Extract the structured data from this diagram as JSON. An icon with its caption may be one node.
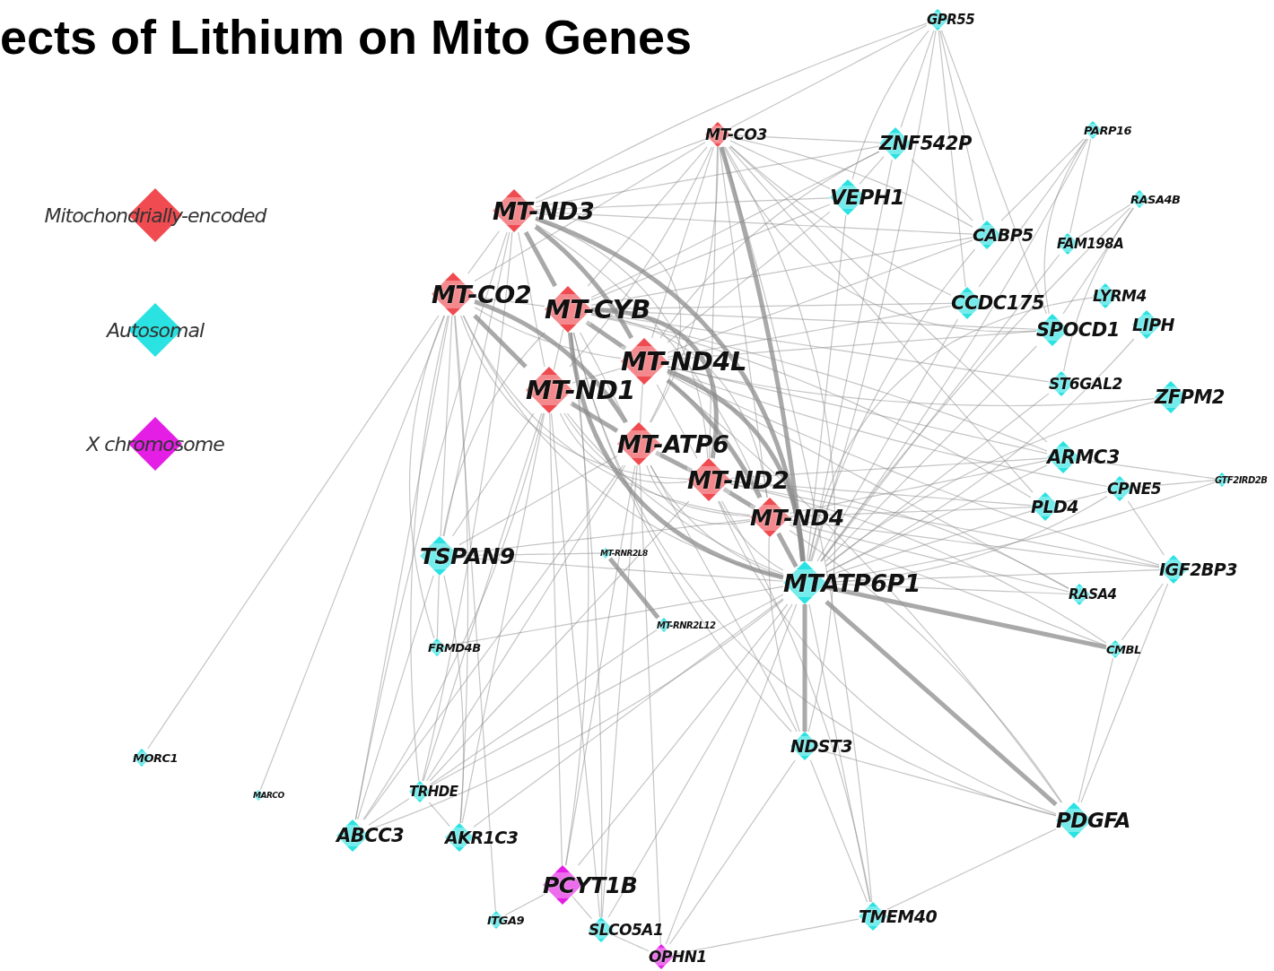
{
  "diagram": {
    "title": "ects of Lithium on Mito Genes",
    "nodes": [
      {
        "text": [
          "MT-CO3"
        ]
      },
      {
        "text": [
          "GPR55"
        ]
      },
      {
        "text": [
          "ZNF542P"
        ]
      },
      {
        "text": [
          "PARP16"
        ]
      },
      {
        "text": [
          "MT-ND3"
        ]
      },
      {
        "text": [
          "VEPH1"
        ]
      },
      {
        "text": [
          "RASA4B"
        ]
      },
      {
        "text": [
          "CABP5"
        ]
      },
      {
        "text": [
          "FAM198A"
        ]
      },
      {
        "text": [
          "MT-CO2"
        ]
      },
      {
        "text": [
          "MT-CYB"
        ]
      },
      {
        "text": [
          "CCDC175"
        ]
      },
      {
        "text": [
          "LYRM4"
        ]
      },
      {
        "text": [
          "SPOCD1"
        ]
      },
      {
        "text": [
          "LIPH"
        ]
      },
      {
        "text": [
          "MT-ND4L"
        ]
      },
      {
        "text": [
          "MT-ND1"
        ]
      },
      {
        "text": [
          "ST6GAL2"
        ]
      },
      {
        "text": [
          "ZFPM2"
        ]
      },
      {
        "text": [
          "MT-ATP6"
        ]
      },
      {
        "text": [
          "ARMC3"
        ]
      },
      {
        "text": [
          "MT-ND2"
        ]
      },
      {
        "text": [
          "CPNE5"
        ]
      },
      {
        "text": [
          "GTF2IRD2B"
        ]
      },
      {
        "text": [
          "PLD4"
        ]
      },
      {
        "text": [
          "MT-ND4"
        ]
      },
      {
        "text": [
          "TSPAN9"
        ]
      },
      {
        "text": [
          "MT-RNR2L8"
        ]
      },
      {
        "text": [
          "MTATP6P1"
        ]
      },
      {
        "text": [
          "IGF2BP3"
        ]
      },
      {
        "text": [
          "RASA4"
        ]
      },
      {
        "text": [
          "MT-RNR2L12"
        ]
      },
      {
        "text": [
          "FRMD4B"
        ]
      },
      {
        "text": [
          "CMBL"
        ]
      },
      {
        "text": [
          "MORC1"
        ]
      },
      {
        "text": [
          "NDST3"
        ]
      },
      {
        "text": [
          "MARCO"
        ]
      },
      {
        "text": [
          "TRHDE"
        ]
      },
      {
        "text": [
          "PDGFA"
        ]
      },
      {
        "text": [
          "ABCC3"
        ]
      },
      {
        "text": [
          "AKR1C3"
        ]
      },
      {
        "text": [
          "PCYT1B"
        ]
      },
      {
        "text": [
          "ITGA9"
        ]
      },
      {
        "text": [
          "SLCO5A1"
        ]
      },
      {
        "text": [
          "TMEM40"
        ]
      },
      {
        "text": [
          "OPHN1"
        ]
      }
    ],
    "edges": [
      {
        "from": 0,
        "to": 4,
        "arrow": "none"
      },
      {
        "from": 0,
        "to": 9,
        "arrow": "none"
      },
      {
        "from": 0,
        "to": 10,
        "arrow": "none"
      },
      {
        "from": 0,
        "to": 15,
        "arrow": "none"
      },
      {
        "from": 0,
        "to": 16,
        "arrow": "none"
      },
      {
        "from": 0,
        "to": 19,
        "arrow": "none"
      },
      {
        "from": 0,
        "to": 21,
        "arrow": "none"
      },
      {
        "from": 0,
        "to": 25,
        "arrow": "none"
      },
      {
        "from": 0,
        "to": 28,
        "arrow": "none",
        "style": "thick"
      },
      {
        "from": 4,
        "to": 9,
        "arrow": "none"
      },
      {
        "from": 4,
        "to": 10,
        "arrow": "none",
        "style": "thick"
      },
      {
        "from": 4,
        "to": 15,
        "arrow": "none",
        "style": "thick"
      },
      {
        "from": 4,
        "to": 16,
        "arrow": "none"
      },
      {
        "from": 4,
        "to": 19,
        "arrow": "none"
      },
      {
        "from": 4,
        "to": 21,
        "arrow": "none"
      },
      {
        "from": 4,
        "to": 25,
        "arrow": "none"
      },
      {
        "from": 4,
        "to": 28,
        "arrow": "none",
        "style": "thick"
      },
      {
        "from": 9,
        "to": 10,
        "arrow": "none"
      },
      {
        "from": 9,
        "to": 15,
        "arrow": "none"
      },
      {
        "from": 9,
        "to": 16,
        "arrow": "none",
        "style": "thick"
      },
      {
        "from": 9,
        "to": 19,
        "arrow": "none",
        "style": "thick"
      },
      {
        "from": 9,
        "to": 21,
        "arrow": "none"
      },
      {
        "from": 9,
        "to": 25,
        "arrow": "none"
      },
      {
        "from": 9,
        "to": 28,
        "arrow": "none"
      },
      {
        "from": 10,
        "to": 15,
        "arrow": "none",
        "style": "thick"
      },
      {
        "from": 10,
        "to": 16,
        "arrow": "none"
      },
      {
        "from": 10,
        "to": 19,
        "arrow": "none"
      },
      {
        "from": 10,
        "to": 21,
        "arrow": "none",
        "style": "thick"
      },
      {
        "from": 10,
        "to": 25,
        "arrow": "none"
      },
      {
        "from": 10,
        "to": 28,
        "arrow": "none",
        "style": "thick"
      },
      {
        "from": 15,
        "to": 16,
        "arrow": "none"
      },
      {
        "from": 15,
        "to": 19,
        "arrow": "none"
      },
      {
        "from": 15,
        "to": 21,
        "arrow": "none"
      },
      {
        "from": 15,
        "to": 25,
        "arrow": "none",
        "style": "thick"
      },
      {
        "from": 15,
        "to": 28,
        "arrow": "none",
        "style": "thick"
      },
      {
        "from": 16,
        "to": 19,
        "arrow": "none",
        "style": "thick"
      },
      {
        "from": 16,
        "to": 21,
        "arrow": "none"
      },
      {
        "from": 16,
        "to": 25,
        "arrow": "none"
      },
      {
        "from": 16,
        "to": 28,
        "arrow": "none"
      },
      {
        "from": 19,
        "to": 21,
        "arrow": "none",
        "style": "thick"
      },
      {
        "from": 19,
        "to": 25,
        "arrow": "none"
      },
      {
        "from": 19,
        "to": 28,
        "arrow": "none"
      },
      {
        "from": 21,
        "to": 25,
        "arrow": "none",
        "style": "thick"
      },
      {
        "from": 21,
        "to": 28,
        "arrow": "none"
      },
      {
        "from": 25,
        "to": 28,
        "arrow": "none",
        "style": "thick"
      },
      {
        "from": 28,
        "to": 1,
        "arrow": "none"
      },
      {
        "from": 28,
        "to": 2,
        "arrow": "none"
      },
      {
        "from": 28,
        "to": 3,
        "arrow": "none"
      },
      {
        "from": 28,
        "to": 5,
        "arrow": "none"
      },
      {
        "from": 28,
        "to": 6,
        "arrow": "none"
      },
      {
        "from": 28,
        "to": 7,
        "arrow": "none"
      },
      {
        "from": 28,
        "to": 8,
        "arrow": "none"
      },
      {
        "from": 28,
        "to": 11,
        "arrow": "none"
      },
      {
        "from": 28,
        "to": 12,
        "arrow": "none"
      },
      {
        "from": 28,
        "to": 13,
        "arrow": "none"
      },
      {
        "from": 28,
        "to": 14,
        "arrow": "none"
      },
      {
        "from": 28,
        "to": 17,
        "arrow": "none"
      },
      {
        "from": 28,
        "to": 18,
        "arrow": "none"
      },
      {
        "from": 28,
        "to": 20,
        "arrow": "none"
      },
      {
        "from": 28,
        "to": 22,
        "arrow": "none"
      },
      {
        "from": 28,
        "to": 23,
        "arrow": "none"
      },
      {
        "from": 28,
        "to": 24,
        "arrow": "none"
      },
      {
        "from": 28,
        "to": 26,
        "arrow": "none"
      },
      {
        "from": 28,
        "to": 29,
        "arrow": "none"
      },
      {
        "from": 28,
        "to": 30,
        "arrow": "none"
      },
      {
        "from": 28,
        "to": 32,
        "arrow": "none"
      },
      {
        "from": 28,
        "to": 33,
        "arrow": "none",
        "style": "thick"
      },
      {
        "from": 28,
        "to": 35,
        "arrow": "none",
        "style": "thick"
      },
      {
        "from": 28,
        "to": 37,
        "arrow": "none"
      },
      {
        "from": 28,
        "to": 38,
        "arrow": "none",
        "style": "thick"
      },
      {
        "from": 28,
        "to": 39,
        "arrow": "none"
      },
      {
        "from": 28,
        "to": 40,
        "arrow": "none"
      },
      {
        "from": 28,
        "to": 41,
        "arrow": "none"
      },
      {
        "from": 28,
        "to": 43,
        "arrow": "none"
      },
      {
        "from": 28,
        "to": 44,
        "arrow": "none"
      },
      {
        "from": 28,
        "to": 45,
        "arrow": "none"
      },
      {
        "from": 10,
        "to": 2,
        "arrow": "none"
      },
      {
        "from": 10,
        "to": 5,
        "arrow": "none"
      },
      {
        "from": 10,
        "to": 7,
        "arrow": "none"
      },
      {
        "from": 10,
        "to": 11,
        "arrow": "none"
      },
      {
        "from": 10,
        "to": 13,
        "arrow": "none"
      },
      {
        "from": 10,
        "to": 17,
        "arrow": "none"
      },
      {
        "from": 10,
        "to": 20,
        "arrow": "none"
      },
      {
        "from": 10,
        "to": 24,
        "arrow": "none"
      },
      {
        "from": 10,
        "to": 26,
        "arrow": "none"
      },
      {
        "from": 10,
        "to": 35,
        "arrow": "none"
      },
      {
        "from": 10,
        "to": 38,
        "arrow": "none"
      },
      {
        "from": 10,
        "to": 41,
        "arrow": "none"
      },
      {
        "from": 10,
        "to": 43,
        "arrow": "none"
      },
      {
        "from": 15,
        "to": 2,
        "arrow": "none"
      },
      {
        "from": 15,
        "to": 5,
        "arrow": "none"
      },
      {
        "from": 15,
        "to": 7,
        "arrow": "none"
      },
      {
        "from": 15,
        "to": 11,
        "arrow": "none"
      },
      {
        "from": 15,
        "to": 13,
        "arrow": "none"
      },
      {
        "from": 15,
        "to": 18,
        "arrow": "none"
      },
      {
        "from": 15,
        "to": 20,
        "arrow": "none"
      },
      {
        "from": 15,
        "to": 22,
        "arrow": "none"
      },
      {
        "from": 15,
        "to": 29,
        "arrow": "none"
      },
      {
        "from": 15,
        "to": 30,
        "arrow": "none"
      },
      {
        "from": 15,
        "to": 38,
        "arrow": "none"
      },
      {
        "from": 4,
        "to": 1,
        "arrow": "none"
      },
      {
        "from": 4,
        "to": 2,
        "arrow": "none"
      },
      {
        "from": 4,
        "to": 5,
        "arrow": "none"
      },
      {
        "from": 4,
        "to": 7,
        "arrow": "none"
      },
      {
        "from": 4,
        "to": 26,
        "arrow": "none"
      },
      {
        "from": 4,
        "to": 37,
        "arrow": "none"
      },
      {
        "from": 4,
        "to": 39,
        "arrow": "none"
      },
      {
        "from": 0,
        "to": 1,
        "arrow": "none"
      },
      {
        "from": 0,
        "to": 2,
        "arrow": "none"
      },
      {
        "from": 0,
        "to": 5,
        "arrow": "none"
      },
      {
        "from": 0,
        "to": 7,
        "arrow": "none"
      },
      {
        "from": 0,
        "to": 11,
        "arrow": "none"
      },
      {
        "from": 0,
        "to": 13,
        "arrow": "none"
      },
      {
        "from": 0,
        "to": 20,
        "arrow": "none"
      },
      {
        "from": 0,
        "to": 24,
        "arrow": "none"
      },
      {
        "from": 0,
        "to": 35,
        "arrow": "none"
      },
      {
        "from": 0,
        "to": 44,
        "arrow": "none"
      },
      {
        "from": 9,
        "to": 26,
        "arrow": "none"
      },
      {
        "from": 9,
        "to": 32,
        "arrow": "none"
      },
      {
        "from": 9,
        "to": 34,
        "arrow": "none"
      },
      {
        "from": 9,
        "to": 36,
        "arrow": "none"
      },
      {
        "from": 9,
        "to": 37,
        "arrow": "none"
      },
      {
        "from": 9,
        "to": 39,
        "arrow": "none"
      },
      {
        "from": 9,
        "to": 40,
        "arrow": "none"
      },
      {
        "from": 9,
        "to": 42,
        "arrow": "none"
      },
      {
        "from": 16,
        "to": 26,
        "arrow": "none"
      },
      {
        "from": 16,
        "to": 37,
        "arrow": "none"
      },
      {
        "from": 16,
        "to": 39,
        "arrow": "none"
      },
      {
        "from": 16,
        "to": 40,
        "arrow": "none"
      },
      {
        "from": 16,
        "to": 41,
        "arrow": "none"
      },
      {
        "from": 16,
        "to": 43,
        "arrow": "none"
      },
      {
        "from": 19,
        "to": 26,
        "arrow": "none"
      },
      {
        "from": 19,
        "to": 35,
        "arrow": "none"
      },
      {
        "from": 19,
        "to": 37,
        "arrow": "none"
      },
      {
        "from": 19,
        "to": 39,
        "arrow": "none"
      },
      {
        "from": 19,
        "to": 41,
        "arrow": "none"
      },
      {
        "from": 19,
        "to": 43,
        "arrow": "none"
      },
      {
        "from": 19,
        "to": 45,
        "arrow": "none"
      },
      {
        "from": 21,
        "to": 20,
        "arrow": "none"
      },
      {
        "from": 21,
        "to": 24,
        "arrow": "none"
      },
      {
        "from": 21,
        "to": 29,
        "arrow": "none"
      },
      {
        "from": 21,
        "to": 30,
        "arrow": "none"
      },
      {
        "from": 21,
        "to": 33,
        "arrow": "none"
      },
      {
        "from": 21,
        "to": 37,
        "arrow": "none"
      },
      {
        "from": 21,
        "to": 38,
        "arrow": "none"
      },
      {
        "from": 21,
        "to": 44,
        "arrow": "none"
      },
      {
        "from": 25,
        "to": 20,
        "arrow": "none"
      },
      {
        "from": 25,
        "to": 24,
        "arrow": "none"
      },
      {
        "from": 25,
        "to": 26,
        "arrow": "none"
      },
      {
        "from": 25,
        "to": 29,
        "arrow": "none"
      },
      {
        "from": 25,
        "to": 30,
        "arrow": "none"
      },
      {
        "from": 25,
        "to": 33,
        "arrow": "none"
      },
      {
        "from": 25,
        "to": 35,
        "arrow": "none"
      },
      {
        "from": 25,
        "to": 38,
        "arrow": "none"
      },
      {
        "from": 1,
        "to": 2,
        "arrow": "none"
      },
      {
        "from": 1,
        "to": 5,
        "arrow": "none"
      },
      {
        "from": 1,
        "to": 7,
        "arrow": "none"
      },
      {
        "from": 1,
        "to": 11,
        "arrow": "none"
      },
      {
        "from": 1,
        "to": 13,
        "arrow": "none"
      },
      {
        "from": 2,
        "to": 5,
        "arrow": "none"
      },
      {
        "from": 2,
        "to": 7,
        "arrow": "none"
      },
      {
        "from": 3,
        "to": 7,
        "arrow": "none"
      },
      {
        "from": 3,
        "to": 8,
        "arrow": "none"
      },
      {
        "from": 3,
        "to": 11,
        "arrow": "none"
      },
      {
        "from": 3,
        "to": 13,
        "arrow": "none"
      },
      {
        "from": 6,
        "to": 8,
        "arrow": "none"
      },
      {
        "from": 6,
        "to": 13,
        "arrow": "none"
      },
      {
        "from": 6,
        "to": 17,
        "arrow": "none"
      },
      {
        "from": 26,
        "to": 27,
        "arrow": "none"
      },
      {
        "from": 27,
        "to": 31,
        "arrow": "none",
        "style": "thick"
      },
      {
        "from": 31,
        "to": 37,
        "arrow": "none"
      },
      {
        "from": 26,
        "to": 32,
        "arrow": "none"
      },
      {
        "from": 26,
        "to": 39,
        "arrow": "none"
      },
      {
        "from": 26,
        "to": 40,
        "arrow": "none"
      },
      {
        "from": 35,
        "to": 44,
        "arrow": "none"
      },
      {
        "from": 35,
        "to": 38,
        "arrow": "none"
      },
      {
        "from": 35,
        "to": 45,
        "arrow": "none"
      },
      {
        "from": 38,
        "to": 44,
        "arrow": "none"
      },
      {
        "from": 38,
        "to": 29,
        "arrow": "none"
      },
      {
        "from": 38,
        "to": 33,
        "arrow": "none"
      },
      {
        "from": 24,
        "to": 22,
        "arrow": "none"
      },
      {
        "from": 22,
        "to": 23,
        "arrow": "none"
      },
      {
        "from": 20,
        "to": 23,
        "arrow": "none"
      },
      {
        "from": 29,
        "to": 22,
        "arrow": "none"
      },
      {
        "from": 33,
        "to": 29,
        "arrow": "none"
      },
      {
        "from": 37,
        "to": 39,
        "arrow": "none"
      },
      {
        "from": 37,
        "to": 40,
        "arrow": "none"
      },
      {
        "from": 41,
        "to": 42,
        "arrow": "none"
      },
      {
        "from": 41,
        "to": 43,
        "arrow": "none"
      },
      {
        "from": 43,
        "to": 45,
        "arrow": "none"
      },
      {
        "from": 44,
        "to": 45,
        "arrow": "none"
      }
    ],
    "legend": [
      {
        "text": "Mitochondrially-encoded",
        "color": "#ef4b50"
      },
      {
        "text": "Autosomal",
        "color": "#2ae2e2"
      },
      {
        "text": "X chromosome",
        "color": "#e41ee4"
      }
    ]
  }
}
